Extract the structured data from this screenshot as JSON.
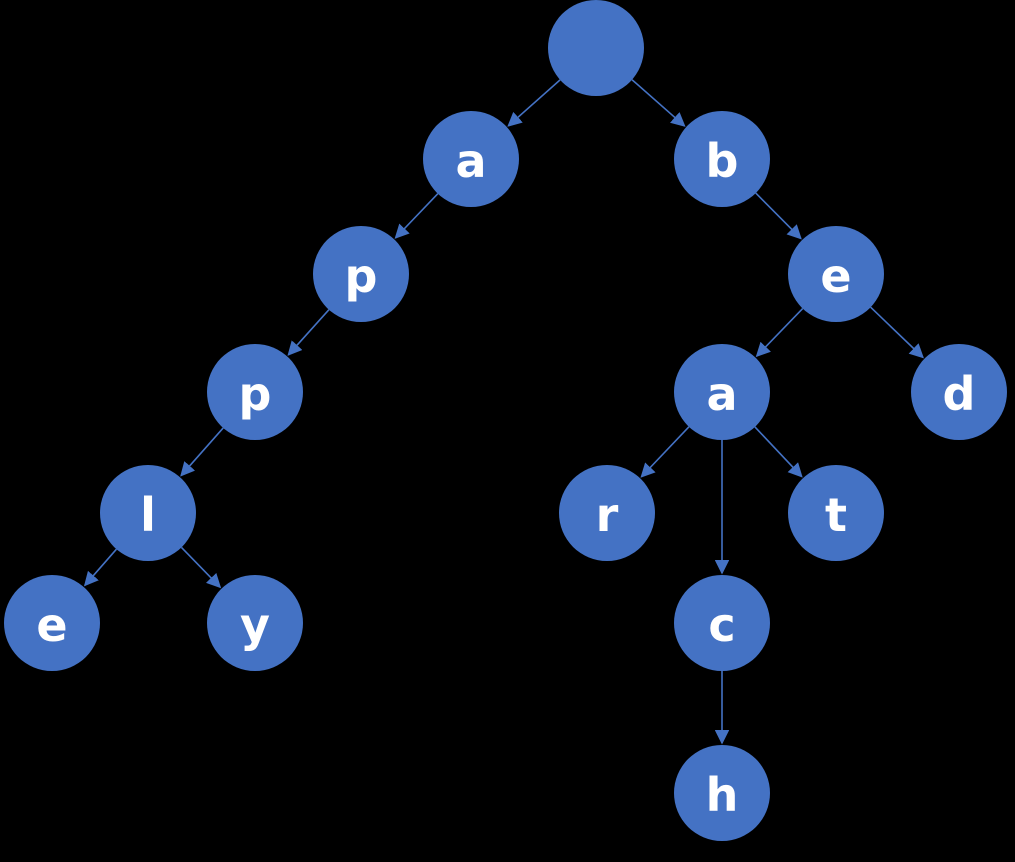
{
  "diagram": {
    "type": "trie",
    "colors": {
      "background": "#000000",
      "node_fill": "#4472C4",
      "label": "#FFFFFF",
      "edge": "#4472C4"
    },
    "nodes": [
      {
        "id": "root",
        "label": ""
      },
      {
        "id": "a1",
        "label": "a"
      },
      {
        "id": "b",
        "label": "b"
      },
      {
        "id": "p1",
        "label": "p"
      },
      {
        "id": "e1",
        "label": "e"
      },
      {
        "id": "p2",
        "label": "p"
      },
      {
        "id": "a2",
        "label": "a"
      },
      {
        "id": "d",
        "label": "d"
      },
      {
        "id": "l",
        "label": "l"
      },
      {
        "id": "r",
        "label": "r"
      },
      {
        "id": "t",
        "label": "t"
      },
      {
        "id": "e2",
        "label": "e"
      },
      {
        "id": "y",
        "label": "y"
      },
      {
        "id": "c",
        "label": "c"
      },
      {
        "id": "h",
        "label": "h"
      }
    ],
    "edges": [
      {
        "from": "root",
        "to": "a1"
      },
      {
        "from": "root",
        "to": "b"
      },
      {
        "from": "a1",
        "to": "p1"
      },
      {
        "from": "p1",
        "to": "p2"
      },
      {
        "from": "p2",
        "to": "l"
      },
      {
        "from": "l",
        "to": "e2"
      },
      {
        "from": "l",
        "to": "y"
      },
      {
        "from": "b",
        "to": "e1"
      },
      {
        "from": "e1",
        "to": "a2"
      },
      {
        "from": "e1",
        "to": "d"
      },
      {
        "from": "a2",
        "to": "r"
      },
      {
        "from": "a2",
        "to": "c"
      },
      {
        "from": "a2",
        "to": "t"
      },
      {
        "from": "c",
        "to": "h"
      }
    ]
  }
}
